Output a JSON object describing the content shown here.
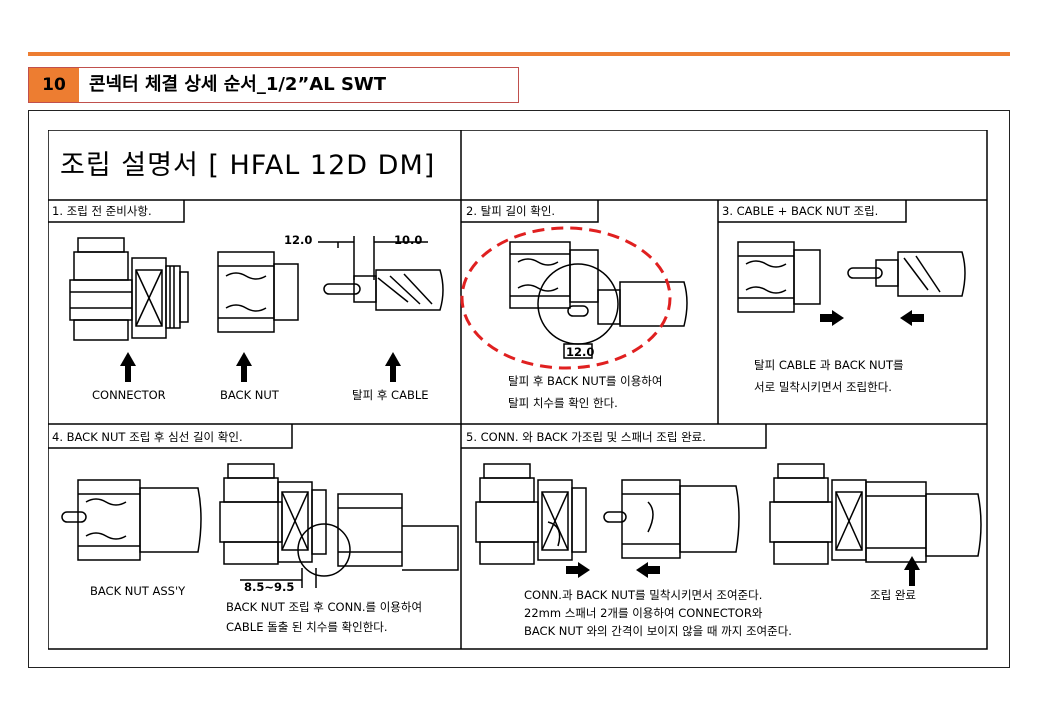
{
  "header": {
    "number": "10",
    "title": "콘넥터 체결 상세 순서_1/2”AL SWT"
  },
  "sheet": {
    "title": "조립 설명서 [ HFAL 12D DM]",
    "steps": [
      {
        "heading": "1. 조립 전 준비사항.",
        "dims": [
          "12.0",
          "10.0"
        ],
        "labels": [
          "CONNECTOR",
          "BACK NUT",
          "탈피 후 CABLE"
        ]
      },
      {
        "heading": "2. 탈피 길이 확인.",
        "dims": [
          "12.0"
        ],
        "notes": [
          "탈피 후 BACK NUT를 이용하여",
          "탈피 치수를 확인 한다."
        ]
      },
      {
        "heading": "3. CABLE + BACK NUT 조립.",
        "notes": [
          "탈피 CABLE 과 BACK NUT를",
          "서로 밀착시키면서 조립한다."
        ]
      },
      {
        "heading": "4. BACK NUT 조립 후 심선 길이 확인.",
        "dims": [
          "8.5~9.5"
        ],
        "labels": [
          "BACK NUT ASS'Y"
        ],
        "notes": [
          "BACK NUT 조립 후 CONN.를 이용하여",
          "CABLE 돌출 된 치수를 확인한다."
        ]
      },
      {
        "heading": "5. CONN. 와 BACK 가조립 및 스패너 조립 완료.",
        "labels": [
          "조립 완료"
        ],
        "notes": [
          "CONN.과 BACK NUT를 밀착시키면서 조여준다.",
          "22mm 스패너 2개를 이용하여 CONNECTOR와",
          "BACK NUT 와의 간격이 보이지 않을 때 까지 조여준다."
        ]
      }
    ]
  },
  "colors": {
    "accent": "#ed7d31",
    "header_border": "#c0504d",
    "highlight_circle": "#e02020"
  }
}
